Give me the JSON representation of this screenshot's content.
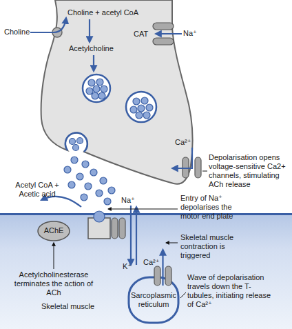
{
  "diagram": {
    "nodes": [
      {
        "text": [
          "Choline + acetyl CoA",
          "Acetylcholine"
        ]
      },
      {
        "text": [
          "Skeletal muscle"
        ]
      },
      {
        "text": [
          "AChE"
        ],
        "in": 1
      },
      {
        "text": [
          "Sarcoplasmic reticulum"
        ],
        "in": 1
      }
    ],
    "labels": [
      "Choline",
      "CAT",
      "Na⁺",
      "Ca²⁺",
      "Depolarisation opens voltage-sensitive Ca2+ channels, stimulating ACh release",
      "Acetyl CoA + Acetic acid",
      "Entry of Na⁺ depolarises the motor end plate",
      "Na⁺",
      "K⁺",
      "Ca²⁺",
      "Skeletal muscle contraction is triggered",
      "Acetylcholinesterase terminates the action of ACh",
      "Wave of depolarisation travels down the T-tubules, initiating release of Ca²⁺"
    ]
  }
}
